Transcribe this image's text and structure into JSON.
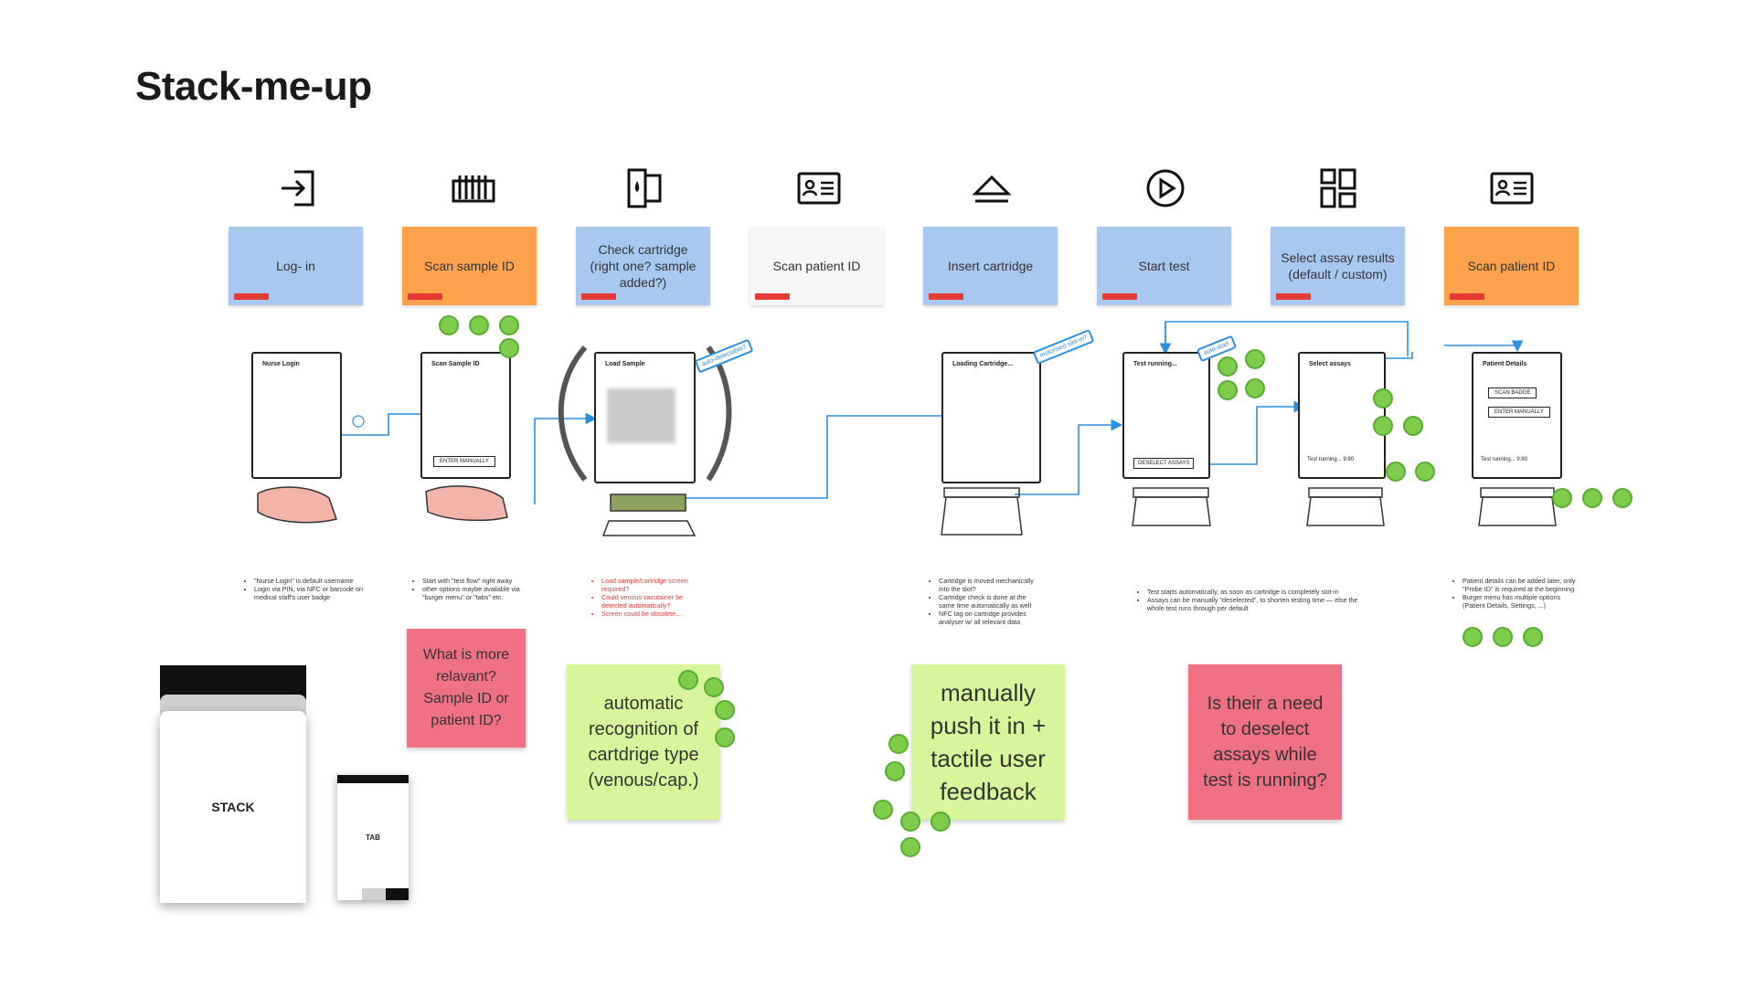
{
  "title": "Stack-me-up",
  "steps": [
    {
      "label": "Log- in",
      "icon": "login-icon",
      "color": "#a9c8f0"
    },
    {
      "label": "Scan sample ID",
      "icon": "barcode-icon",
      "color": "#fca24c"
    },
    {
      "label": "Check cartridge (right one? sample added?)",
      "icon": "cartridge-icon",
      "color": "#a9c8f0"
    },
    {
      "label": "Scan patient ID",
      "icon": "id-card-icon",
      "color": "#f6f6f6"
    },
    {
      "label": "Insert cartridge",
      "icon": "eject-icon",
      "color": "#a9c8f0"
    },
    {
      "label": "Start test",
      "icon": "play-icon",
      "color": "#a9c8f0"
    },
    {
      "label": "Select assay results (default / custom)",
      "icon": "grid-icon",
      "color": "#a9c8f0"
    },
    {
      "label": "Scan patient ID",
      "icon": "id-card-icon",
      "color": "#fca24c"
    }
  ],
  "sketches": {
    "login": {
      "title": "Nurse Login"
    },
    "scan": {
      "title": "Scan Sample ID",
      "button": "ENTER MANUALLY"
    },
    "load": {
      "title": "Load Sample"
    },
    "loading": {
      "title": "Loading Cartridge..."
    },
    "running": {
      "title": "Test running...",
      "button": "DESELECT ASSAYS"
    },
    "select": {
      "title": "Select assays",
      "status": "Test running... 9:80"
    },
    "patient": {
      "title": "Patient Details",
      "button1": "SCAN BADGE",
      "button2": "ENTER MANUALLY",
      "status": "Test running... 9:80"
    }
  },
  "annotations": {
    "auto_detectable": "auto-detectable?",
    "motorised": "motorised slot-in?",
    "auto_start": "auto-start"
  },
  "notes": {
    "login": [
      "\"Nurse Login\" is default username",
      "Login via PIN, via NFC or barcode on medical staff's user badge"
    ],
    "scan": [
      "Start with \"test flow\" right away",
      "other options maybe available via \"burger menu\" or \"tabs\" etc."
    ],
    "cartridge": [
      "Load sample/cartridge screen required?",
      "Could venous vacutainer be detected automatically?",
      "Screen could be obsolete..."
    ],
    "insert": [
      "Cartridge is moved mechanically into the slot?",
      "Cartridge check is done at the same time automatically as well",
      "NFC tag on cartridge provides analyser w/ all relevant data"
    ],
    "test": [
      "Test starts automatically, as soon as cartridge is completely slot-in",
      "Assays can be manually \"deselected\", to shorten testing time — else the whole test runs through per default"
    ],
    "patient": [
      "Patient details can be added later, only \"Probe ID\" is required at the beginning",
      "Burger menu has multiple options (Patient Details, Settings, ...)"
    ]
  },
  "stickies": [
    {
      "text": "What is more relavant? Sample ID or patient ID?",
      "color": "#f07182"
    },
    {
      "text": "automatic recognition of cartdrige type (venous/cap.)",
      "color": "#d7f59a"
    },
    {
      "text": "manually push it in + tactile user feedback",
      "color": "#d7f59a"
    },
    {
      "text": "Is their a need to deselect assays while test is running?",
      "color": "#f07182"
    }
  ],
  "stack_label": "STACK",
  "tab_label": "TAB",
  "vote_color": "#7dcc4a"
}
